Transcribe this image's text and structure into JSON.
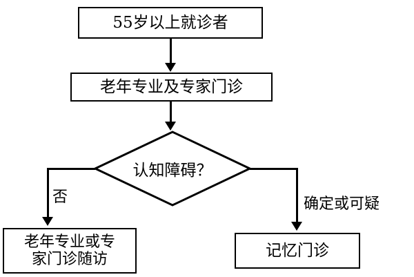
{
  "diagram": {
    "type": "flowchart",
    "title": "",
    "nodes": [
      {
        "id": "start",
        "shape": "rectangle",
        "label": "55岁以上就诊者"
      },
      {
        "id": "clinic",
        "shape": "rectangle",
        "label": "老年专业及专家门诊"
      },
      {
        "id": "decision",
        "shape": "diamond",
        "label": "认知障碍？"
      },
      {
        "id": "followup",
        "shape": "rectangle",
        "label": "老年专业或专\n家门诊随访"
      },
      {
        "id": "memory",
        "shape": "rectangle",
        "label": "记忆门诊"
      }
    ],
    "edges": [
      {
        "from": "start",
        "to": "clinic",
        "label": ""
      },
      {
        "from": "clinic",
        "to": "decision",
        "label": ""
      },
      {
        "from": "decision",
        "to": "followup",
        "label": "否"
      },
      {
        "from": "decision",
        "to": "memory",
        "label": "确定或可疑"
      }
    ],
    "labels": {
      "no": "否",
      "yes": "确定或可疑"
    },
    "colors": {
      "stroke": "#000000",
      "fill": "#ffffff",
      "text": "#000000"
    }
  }
}
